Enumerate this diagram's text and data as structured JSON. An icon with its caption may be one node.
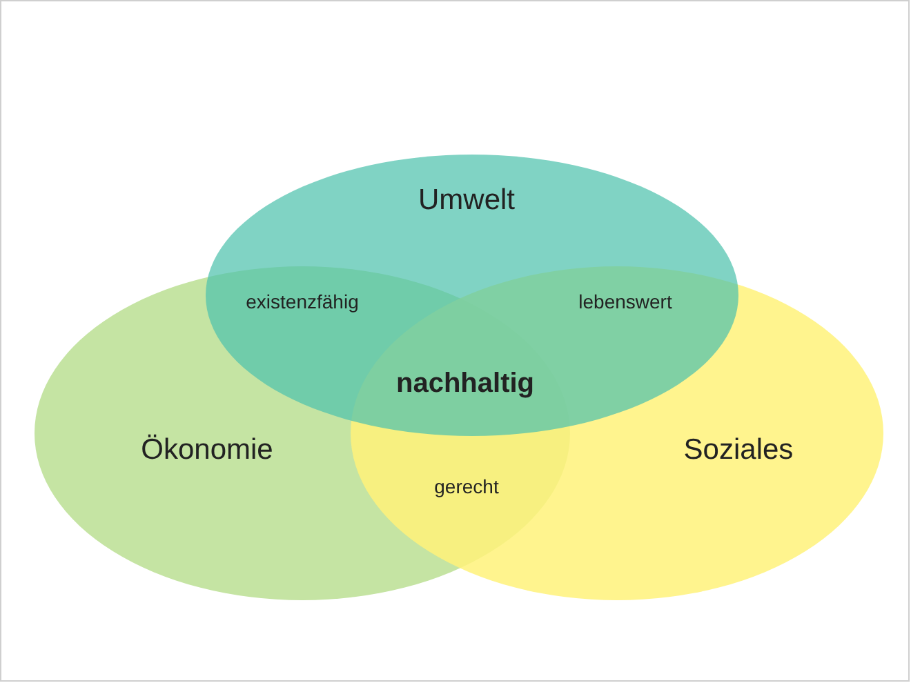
{
  "diagram": {
    "nodes": [
      {
        "text": [
          "Umwelt"
        ]
      },
      {
        "text": [
          "Ökonomie"
        ]
      },
      {
        "text": [
          "Soziales"
        ]
      }
    ],
    "labels": [
      "existenzfähig",
      "lebenswert",
      "nachhaltig",
      "gerecht"
    ]
  }
}
